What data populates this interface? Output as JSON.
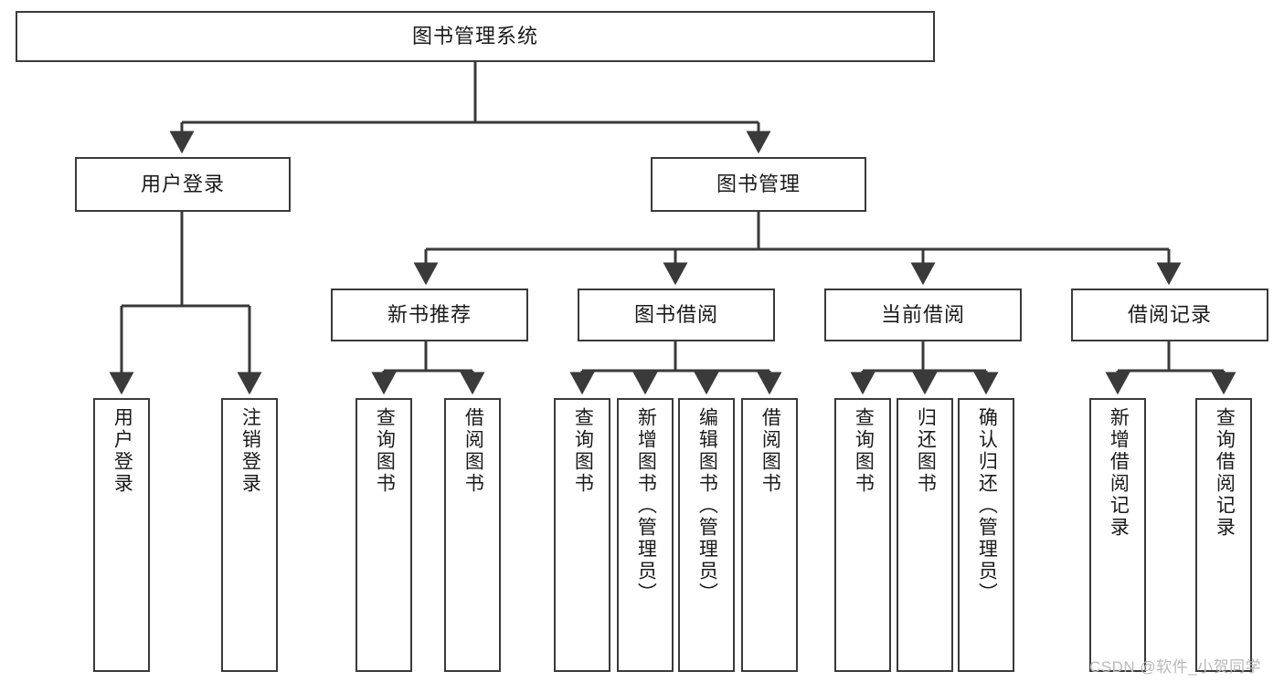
{
  "diagram": {
    "title": "图书管理系统",
    "type": "hierarchy-tree",
    "orientation": "top-down",
    "colors": {
      "box_border": "#3a3a3a",
      "box_fill": "#ffffff",
      "edge": "#3a3a3a",
      "text": "#1a1a1a",
      "watermark": "#b9b9b9"
    },
    "root": {
      "id": "root",
      "label": "图书管理系统"
    },
    "level2": [
      {
        "id": "n-user-login",
        "label": "用户登录"
      },
      {
        "id": "n-book-mgmt",
        "label": "图书管理"
      }
    ],
    "level3": [
      {
        "id": "n-new-book-rec",
        "label": "新书推荐",
        "parent": "n-book-mgmt"
      },
      {
        "id": "n-book-borrow",
        "label": "图书借阅",
        "parent": "n-book-mgmt"
      },
      {
        "id": "n-current-borrow",
        "label": "当前借阅",
        "parent": "n-book-mgmt"
      },
      {
        "id": "n-borrow-record",
        "label": "借阅记录",
        "parent": "n-book-mgmt"
      }
    ],
    "leaves": [
      {
        "id": "l-user-login",
        "label": "用户登录",
        "parent": "n-user-login"
      },
      {
        "id": "l-logout-login",
        "label": "注销登录",
        "parent": "n-user-login"
      },
      {
        "id": "l-query-book-1",
        "label": "查询图书",
        "parent": "n-new-book-rec"
      },
      {
        "id": "l-borrow-book-1",
        "label": "借阅图书",
        "parent": "n-new-book-rec"
      },
      {
        "id": "l-query-book-2",
        "label": "查询图书",
        "parent": "n-book-borrow"
      },
      {
        "id": "l-add-book-admin",
        "label": "新增图书（管理员）",
        "parent": "n-book-borrow"
      },
      {
        "id": "l-edit-book-admin",
        "label": "编辑图书（管理员）",
        "parent": "n-book-borrow"
      },
      {
        "id": "l-borrow-book-2",
        "label": "借阅图书",
        "parent": "n-book-borrow"
      },
      {
        "id": "l-query-book-3",
        "label": "查询图书",
        "parent": "n-current-borrow"
      },
      {
        "id": "l-return-book",
        "label": "归还图书",
        "parent": "n-current-borrow"
      },
      {
        "id": "l-confirm-return-admin",
        "label": "确认归还（管理员）",
        "parent": "n-current-borrow"
      },
      {
        "id": "l-add-borrow-record",
        "label": "新增借阅记录",
        "parent": "n-borrow-record"
      },
      {
        "id": "l-query-borrow-record",
        "label": "查询借阅记录",
        "parent": "n-borrow-record"
      }
    ],
    "watermark": "CSDN @软件_小贺同学"
  }
}
